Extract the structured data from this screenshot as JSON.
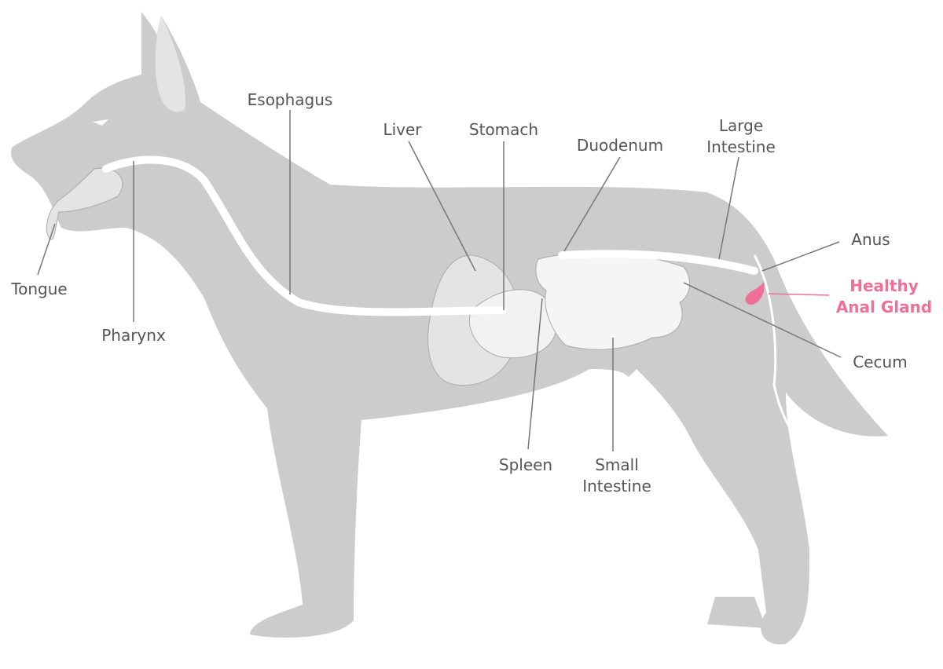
{
  "colors": {
    "body": "#cccccc",
    "organ": "#e4e4e4",
    "tract": "#ffffff",
    "label": "#555555",
    "highlight": "#f06f98"
  },
  "labels": {
    "esophagus": "Esophagus",
    "liver": "Liver",
    "stomach": "Stomach",
    "duodenum": "Duodenum",
    "large_intestine": [
      "Large",
      "Intestine"
    ],
    "anus": "Anus",
    "anal_gland": [
      "Healthy",
      "Anal Gland"
    ],
    "cecum": "Cecum",
    "small_intestine": [
      "Small",
      "Intestine"
    ],
    "spleen": "Spleen",
    "pharynx": "Pharynx",
    "tongue": "Tongue"
  }
}
